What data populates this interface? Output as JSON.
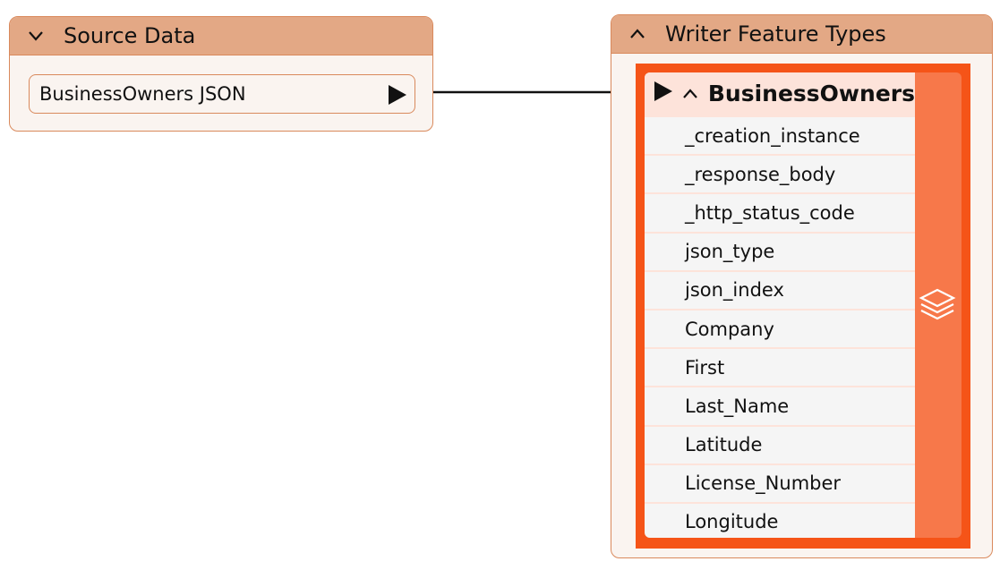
{
  "source_panel": {
    "title": "Source Data",
    "collapse_icon": "chevron-down-icon",
    "ports": [
      {
        "label": "BusinessOwners JSON",
        "icon": "output-arrow-icon"
      }
    ]
  },
  "writer_panel": {
    "title": "Writer Feature Types",
    "collapse_icon": "chevron-up-icon",
    "feature_type": {
      "name": "BusinessOwners",
      "input_icon": "input-arrow-icon",
      "collapse_icon": "chevron-up-icon",
      "side_icon": "layers-icon",
      "attributes": [
        "_creation_instance",
        "_response_body",
        "_http_status_code",
        "json_type",
        "json_index",
        "Company",
        "First",
        "Last_Name",
        "Latitude",
        "License_Number",
        "Longitude"
      ]
    }
  },
  "colors": {
    "panel_header": "#e3a885",
    "panel_border": "#d9895c",
    "panel_body": "#faf4f0",
    "selection": "#f55418",
    "feature_side": "#f7784a",
    "feature_header": "#fde3da",
    "row_bg": "#f5f5f5"
  }
}
